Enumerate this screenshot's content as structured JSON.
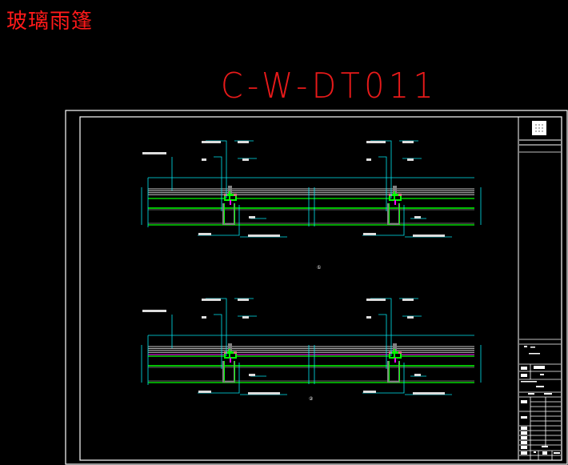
{
  "header": {
    "title_cn": "玻璃雨篷",
    "drawing_code": "C-W-DT011"
  },
  "colors": {
    "background": "#000000",
    "title": "#ff1a1a",
    "frame": "#ffffff",
    "dimension": "#00e5f0",
    "glass": "#c8c8c8",
    "profile": "#00ff00",
    "sealant": "#ff00ff",
    "gasket": "#d07080",
    "bracket": "#808080"
  },
  "drawing": {
    "details": [
      {
        "id": "detail-1",
        "marker": "①"
      },
      {
        "id": "detail-2",
        "marker": "②"
      }
    ],
    "callouts_illegible": true
  },
  "title_block": {
    "logo": "company-logo",
    "rows": 16
  }
}
